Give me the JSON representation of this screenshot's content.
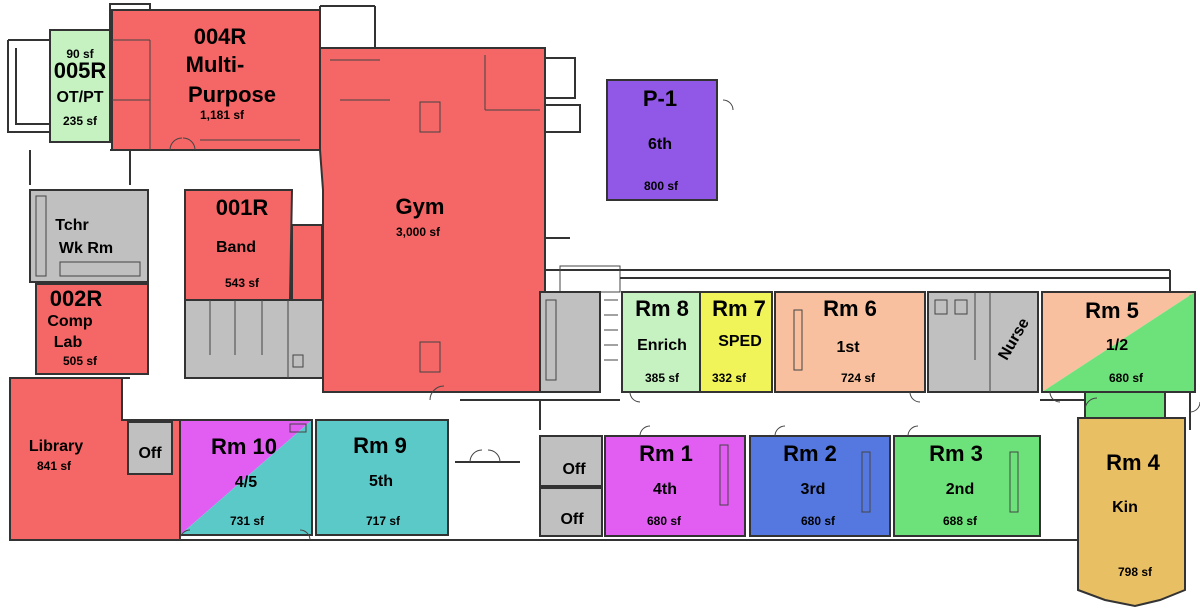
{
  "colors": {
    "admin_red": "#f56666",
    "gray": "#c0c0c0",
    "peach": "#f8c09e",
    "purple": "#9157e6",
    "green": "#6ee27a",
    "light_green": "#c6f2c2",
    "yellow": "#f0f458",
    "magenta": "#e25ef3",
    "teal": "#5cc9c9",
    "blue": "#5478e0",
    "gold": "#e8bf63"
  },
  "rooms": {
    "r005": {
      "name": "005R",
      "sub": "OT/PT",
      "area": "235 sf",
      "extra": "90 sf"
    },
    "r004": {
      "name": "004R",
      "sub1": "Multi-",
      "sub2": "Purpose",
      "area": "1,181 sf"
    },
    "gym": {
      "name": "Gym",
      "area": "3,000 sf"
    },
    "p1": {
      "name": "P-1",
      "sub": "6th",
      "area": "800 sf"
    },
    "tchr": {
      "name1": "Tchr",
      "name2": "Wk Rm"
    },
    "r001": {
      "name": "001R",
      "sub": "Band",
      "area": "543 sf"
    },
    "r002": {
      "name": "002R",
      "sub1": "Comp",
      "sub2": "Lab",
      "area": "505 sf"
    },
    "library": {
      "name": "Library",
      "area": "841 sf"
    },
    "off_lib": {
      "name": "Off"
    },
    "rm10": {
      "name": "Rm 10",
      "sub": "4/5",
      "area": "731 sf"
    },
    "rm9": {
      "name": "Rm 9",
      "sub": "5th",
      "area": "717 sf"
    },
    "rm8": {
      "name": "Rm 8",
      "sub": "Enrich",
      "area": "385 sf"
    },
    "rm7": {
      "name": "Rm 7",
      "sub": "SPED",
      "area": "332 sf"
    },
    "rm6": {
      "name": "Rm 6",
      "sub": "1st",
      "area": "724 sf"
    },
    "nurse": {
      "name": "Nurse"
    },
    "rm5": {
      "name": "Rm 5",
      "sub": "1/2",
      "area": "680 sf"
    },
    "off1": {
      "name": "Off"
    },
    "off2": {
      "name": "Off"
    },
    "rm1": {
      "name": "Rm 1",
      "sub": "4th",
      "area": "680 sf"
    },
    "rm2": {
      "name": "Rm 2",
      "sub": "3rd",
      "area": "680 sf"
    },
    "rm3": {
      "name": "Rm 3",
      "sub": "2nd",
      "area": "688 sf"
    },
    "rm4": {
      "name": "Rm 4",
      "sub": "Kin",
      "area": "798 sf"
    }
  }
}
